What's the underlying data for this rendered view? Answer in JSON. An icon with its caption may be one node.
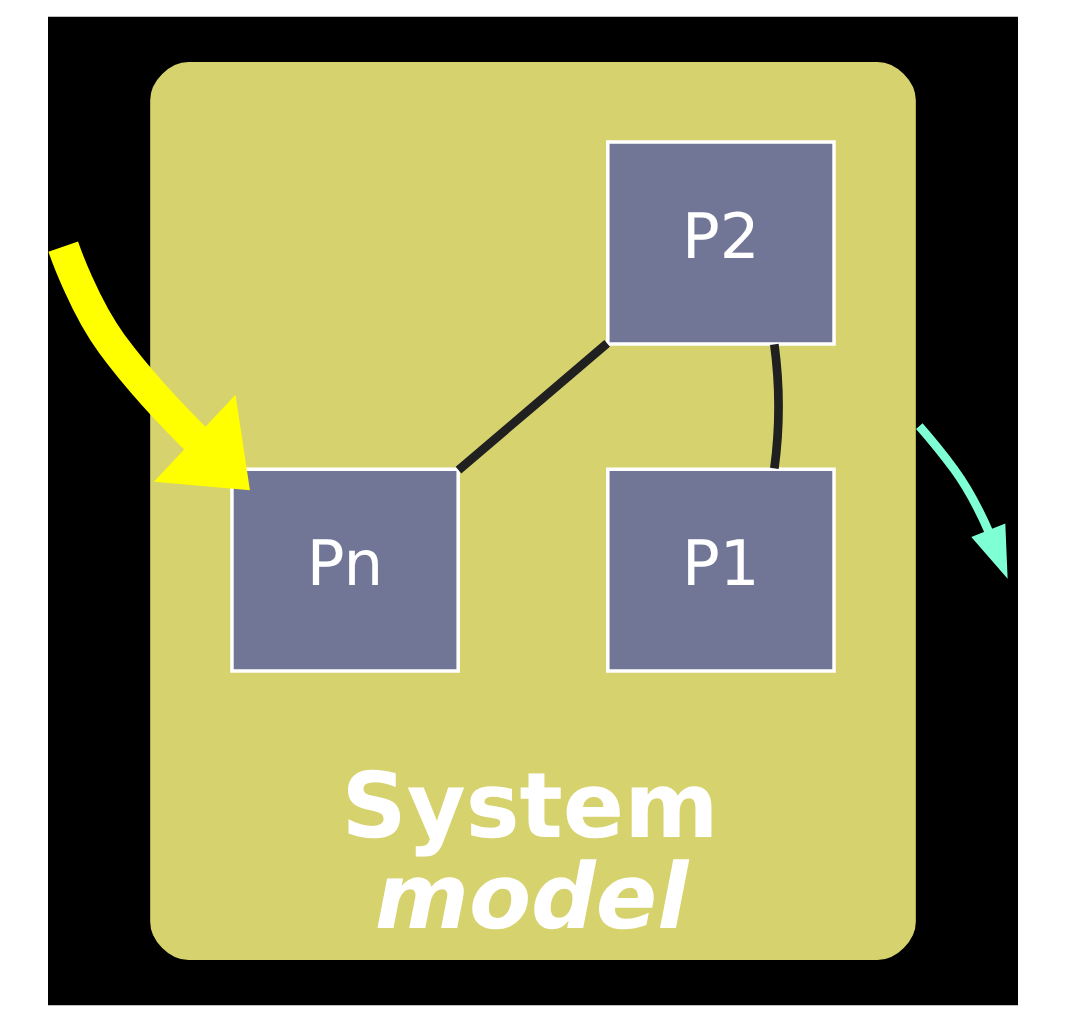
{
  "diagram": {
    "nodes": [
      {
        "text": [
          "System",
          "model"
        ]
      },
      {
        "text": [
          "P2"
        ],
        "in": 0
      },
      {
        "text": [
          "Pn"
        ],
        "in": 0
      },
      {
        "text": [
          "P1"
        ],
        "in": 0
      }
    ],
    "edges": [
      {
        "from": 3,
        "to": 1,
        "arrow": "none"
      },
      {
        "from": 1,
        "to": 2,
        "arrow": "none"
      },
      {
        "from": null,
        "to": 2,
        "arrow": "to",
        "style": "thick",
        "color": "#ffff00"
      },
      {
        "from": 0,
        "to": null,
        "arrow": "to",
        "color": "#7fffd4"
      }
    ]
  }
}
